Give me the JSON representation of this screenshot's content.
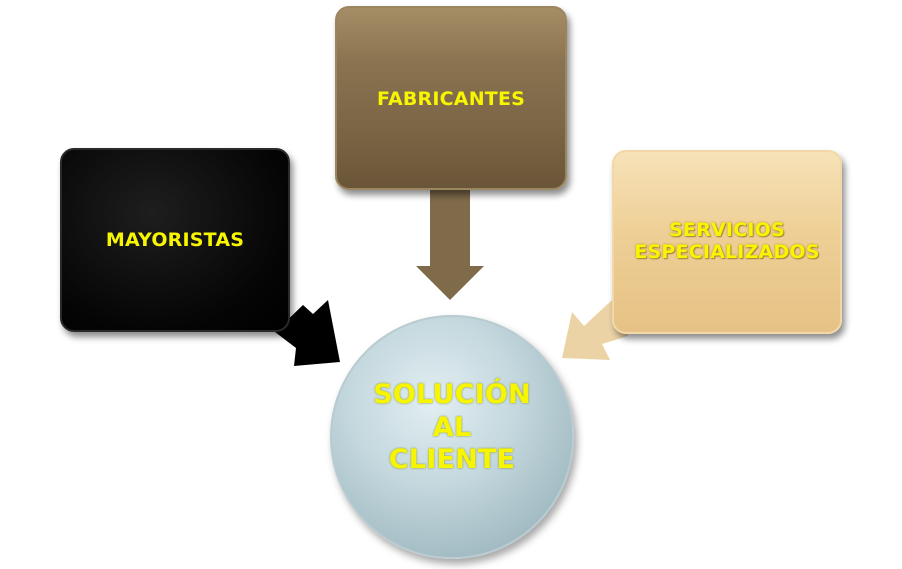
{
  "nodes": {
    "mayoristas": {
      "label": "MAYORISTAS",
      "fill": "#000000"
    },
    "fabricantes": {
      "label": "FABRICANTES",
      "fill": "#7f6a4a"
    },
    "servicios": {
      "label": "SERVICIOS\nESPECIALIZADOS",
      "fill": "#ecc991"
    },
    "solucion": {
      "label": "SOLUCIÓN\nAL\nCLIENTE",
      "fill": "#b7ccd3"
    }
  },
  "colors": {
    "label_text": "#f7f500",
    "arrow_mayoristas": "#000000",
    "arrow_fabricantes": "#7f6a4a",
    "arrow_servicios": "#ecd3a6"
  },
  "edges": [
    {
      "from": "mayoristas",
      "to": "solucion"
    },
    {
      "from": "fabricantes",
      "to": "solucion"
    },
    {
      "from": "servicios",
      "to": "solucion"
    }
  ]
}
